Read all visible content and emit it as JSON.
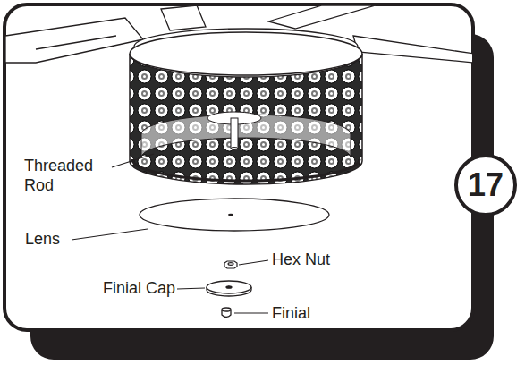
{
  "diagram": {
    "nodes": [
      {
        "text": [
          "17"
        ]
      }
    ],
    "labels": [
      "Threaded Rod",
      "Lens",
      "Hex Nut",
      "Finial Cap",
      "Finial"
    ]
  }
}
